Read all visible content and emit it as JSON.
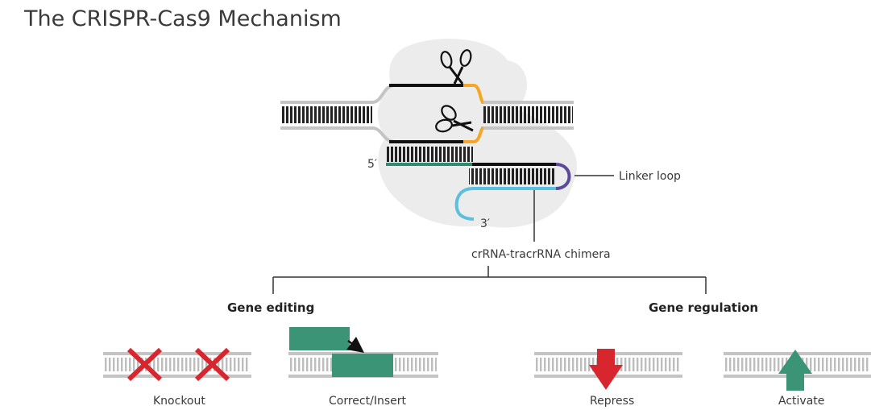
{
  "title": "The CRISPR-Cas9 Mechanism",
  "mechanism": {
    "label_5prime": "5′",
    "label_3prime": "3′",
    "linker_loop": "Linker loop",
    "chimera": "crRNA-tracrRNA chimera"
  },
  "branches": {
    "editing": {
      "heading": "Gene editing",
      "items": [
        "Knockout",
        "Correct/Insert"
      ]
    },
    "regulation": {
      "heading": "Gene regulation",
      "items": [
        "Repress",
        "Activate"
      ]
    }
  },
  "colors": {
    "cas9_blob": "#ececec",
    "dna_rail": "#bfbfbf",
    "dna_rung": "#222222",
    "pam": "#f5a623",
    "crRNA_green": "#2e8b6e",
    "tracr_blue": "#5bc0de",
    "linker_purple": "#5a4a9a",
    "knockout_red": "#d7262e",
    "insert_green": "#3a9475",
    "repress_red": "#d7262e",
    "activate_green": "#3a9475"
  },
  "icons": [
    "scissors-icon",
    "x-mark-icon",
    "down-arrow-icon",
    "up-arrow-icon"
  ]
}
